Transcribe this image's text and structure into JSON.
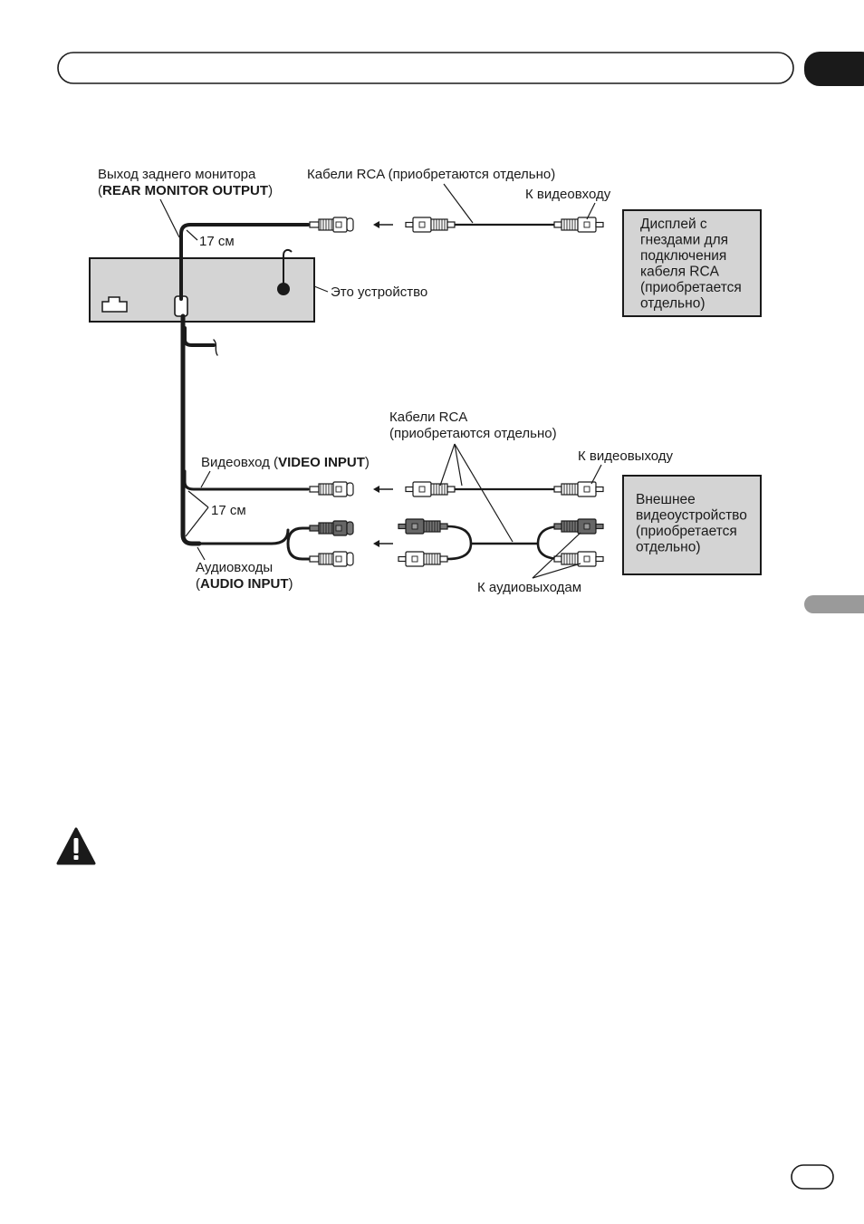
{
  "header": {
    "title_bar_text": "",
    "section_tab_text": ""
  },
  "side_tab": {
    "text": ""
  },
  "diagram": {
    "unit": {
      "label": "Это устройство"
    },
    "rear_monitor_output": {
      "label_line1": "Выход заднего монитора",
      "label_paren_open": "(",
      "label_bold": "REAR MONITOR OUTPUT",
      "label_paren_close": ")",
      "length": "17 см"
    },
    "rca_top": {
      "label": "Кабели RCA (приобретаются отдельно)",
      "to_video_input": "К видеовходу"
    },
    "display_box": {
      "lines": [
        "Дисплей с",
        "гнездами для",
        "подключения",
        "кабеля RCA",
        "(приобретается",
        "отдельно)"
      ]
    },
    "video_input": {
      "label_plain": "Видеовход (",
      "label_bold": "VIDEO INPUT",
      "label_close": ")",
      "length": "17 см"
    },
    "audio_input": {
      "label_line1": "Аудиовходы",
      "label_paren_open": "(",
      "label_bold": "AUDIO INPUT",
      "label_paren_close": ")"
    },
    "rca_bottom": {
      "label_line1": "Кабели RCA",
      "label_line2": "(приобретаются отдельно)",
      "to_video_output": "К видеовыходу",
      "to_audio_outputs": "К аудиовыходам"
    },
    "external_box": {
      "lines": [
        "Внешнее",
        "видеоустройство",
        "(приобретается",
        "отдельно)"
      ]
    },
    "colors": {
      "box_fill": "#d4d4d4",
      "unit_fill": "#d4d4d4",
      "line": "#1a1a1a",
      "plug_dark": "#555555",
      "plug_light": "#e6e6e6"
    }
  },
  "warning": {
    "icon": "warning-triangle-icon"
  },
  "footer": {
    "page_number": ""
  },
  "icons": {
    "arrow": "left-arrow-icon",
    "plug": "rca-plug-icon",
    "jack": "rca-jack-icon"
  }
}
